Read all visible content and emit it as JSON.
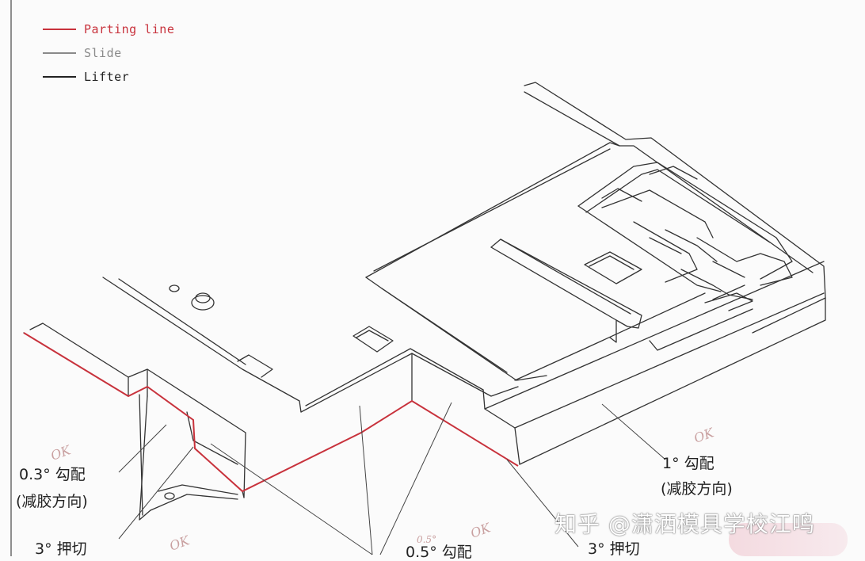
{
  "legend": [
    {
      "label": "Parting line",
      "color": "#c8323c"
    },
    {
      "label": "Slide",
      "color": "#8a8a8a"
    },
    {
      "label": "Lifter",
      "color": "#222222"
    }
  ],
  "annotations": {
    "note_03_angle": "0.3° 勾配",
    "note_03_dir": "(减胶方向)",
    "note_3_shutoff_left": "3° 押切",
    "note_05_angle": "0.5° 勾配",
    "note_1_angle": "1° 勾配",
    "note_1_dir": "(减胶方向)",
    "note_3_shutoff_right": "3° 押切",
    "hand_ok_1": "OK",
    "hand_ok_2": "OK",
    "hand_ok_3": "OK",
    "hand_ok_4": "OK",
    "hand_05": "0.5°"
  },
  "watermark": "知乎 @潇洒模具学校江鸣"
}
